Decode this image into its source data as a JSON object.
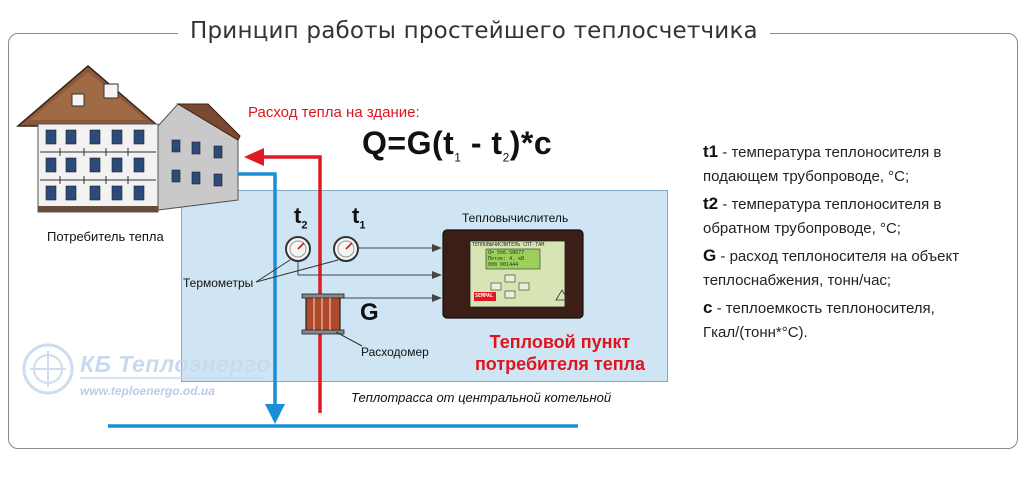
{
  "title": "Принцип работы простейшего теплосчетчика",
  "consumer_label": "Потребитель тепла",
  "heat_flow_label": "Расход тепла на здание:",
  "formula": {
    "main": "Q=G(t",
    "sub1": "1",
    "mid": " - t",
    "sub2": "2",
    "end": ")*c"
  },
  "calculator_label": "Тепловычислитель",
  "calculator_screen": {
    "header": "ТЕПЛОВЫЧИСЛИТЕЛЬ СПТ-ТАМ",
    "lines": [
      "Q=  506.58077",
      "Поток: 4.  кВ",
      "000  001444"
    ],
    "brand": "SEMPAL"
  },
  "symbols": {
    "t2": "t",
    "t2_sub": "2",
    "t1": "t",
    "t1_sub": "1",
    "G": "G"
  },
  "thermometers_label": "Термометры",
  "flowmeter_label": "Расходомер",
  "heat_point_title": "Тепловой пункт потребителя тепла",
  "route_label": "Теплотрасса от центральной котельной",
  "legend": [
    {
      "term": "t1",
      "desc": " - температура теплоносителя в подающем трубопроводе, °С;"
    },
    {
      "term": "t2",
      "desc": " - температура теплоносителя в обратном трубопроводе, °С;"
    },
    {
      "term": "G",
      "desc": " - расход теплоносителя на объект теплоснабжения, тонн/час;"
    },
    {
      "term": "c",
      "desc": " - теплоемкость теплоносителя, Гкал/(тонн*°С)."
    }
  ],
  "watermark": {
    "name": "КБ Теплоэнерго",
    "url": "www.teploenergo.od.ua"
  },
  "colors": {
    "supply": "#e01a22",
    "return": "#1a8fd6",
    "heat_point_bg": "#cfe5f3"
  }
}
